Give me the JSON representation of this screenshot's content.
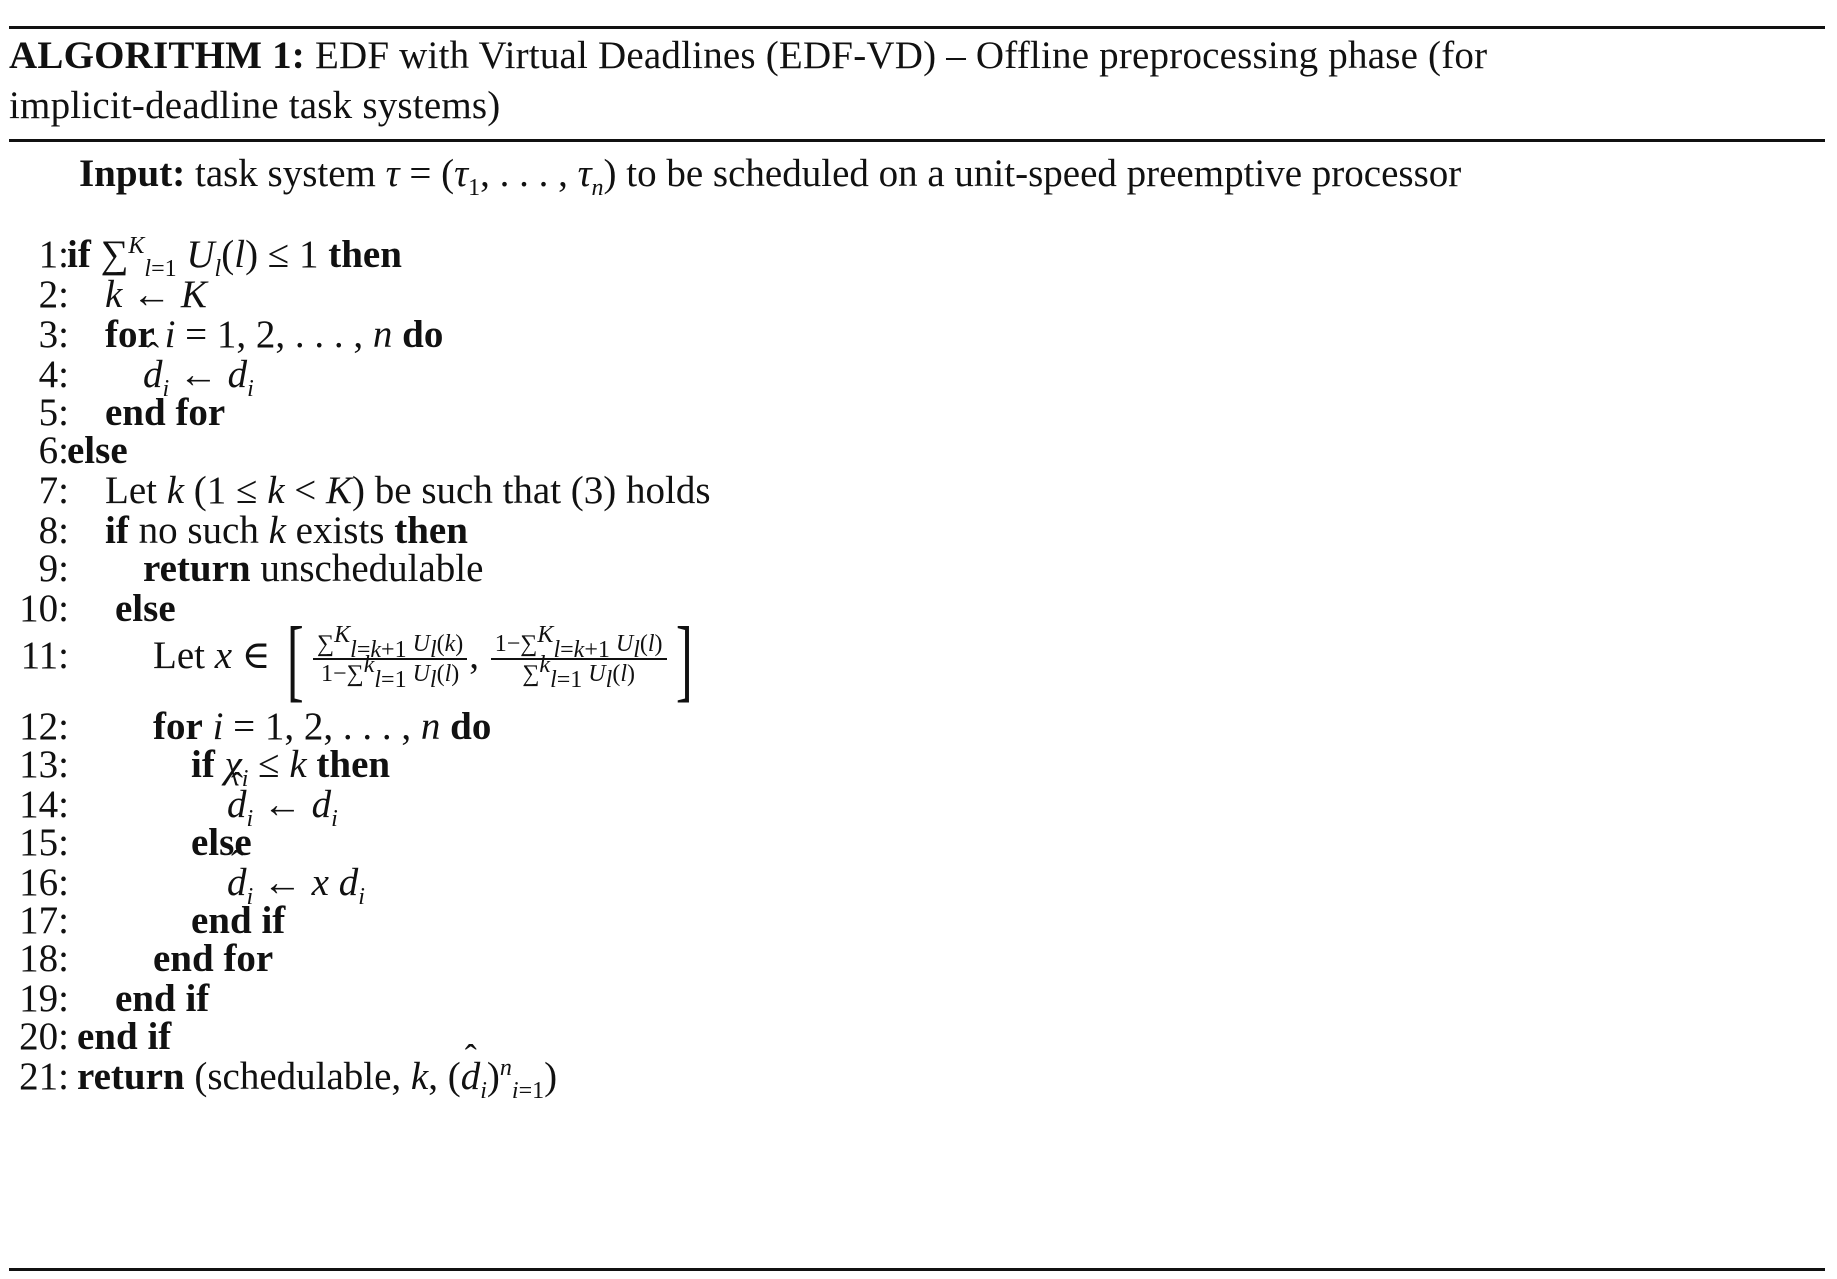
{
  "caption": {
    "label": "ALGORITHM 1:",
    "line1": "EDF with Virtual Deadlines (EDF-VD) – Offline preprocessing phase (for",
    "line2": "implicit-deadline task systems)"
  },
  "input": {
    "label": "Input:",
    "text_before": "task system",
    "tau": "τ",
    "eq": " = (",
    "tuple": "τ",
    "tuple_sub1": "1",
    "tuple_mid": ", . . . , ",
    "tuple_end_sub": "n",
    "text_after": ") to be scheduled on a unit-speed preemptive processor"
  },
  "lines": [
    {
      "no": "1:",
      "indent": 0
    },
    {
      "no": "2:",
      "indent": 1
    },
    {
      "no": "3:",
      "indent": 1
    },
    {
      "no": "4:",
      "indent": 2
    },
    {
      "no": "5:",
      "indent": 1
    },
    {
      "no": "6:",
      "indent": 0
    },
    {
      "no": "7:",
      "indent": 1
    },
    {
      "no": "8:",
      "indent": 1
    },
    {
      "no": "9:",
      "indent": 2
    },
    {
      "no": "10:",
      "indent": 1
    },
    {
      "no": "11:",
      "indent": 2
    },
    {
      "no": "12:",
      "indent": 2
    },
    {
      "no": "13:",
      "indent": 3
    },
    {
      "no": "14:",
      "indent": 4
    },
    {
      "no": "15:",
      "indent": 3
    },
    {
      "no": "16:",
      "indent": 4
    },
    {
      "no": "17:",
      "indent": 3
    },
    {
      "no": "18:",
      "indent": 2
    },
    {
      "no": "19:",
      "indent": 1
    },
    {
      "no": "20:",
      "indent": 0
    },
    {
      "no": "21:",
      "indent": 0
    }
  ],
  "text": {
    "if": "if",
    "then": "then",
    "for": "for",
    "do": "do",
    "end_for": "end for",
    "else": "else",
    "end_if": "end if",
    "return": "return",
    "let": "Let",
    "such_that": "be such that (3) holds",
    "no_such": "no such",
    "exists": "exists",
    "unschedulable": "unschedulable",
    "schedulable": "(schedulable,"
  }
}
